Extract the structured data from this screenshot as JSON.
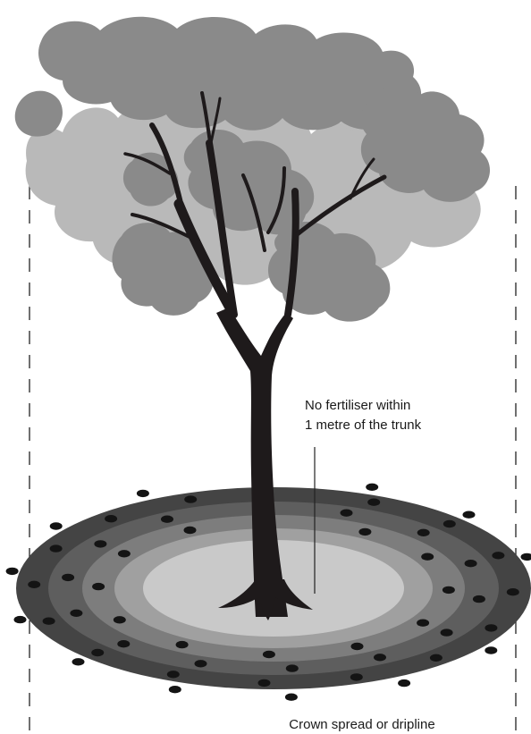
{
  "annotation": {
    "line1": "No fertiliser within",
    "line2": "1 metre of the trunk"
  },
  "caption": "Crown spread or dripline",
  "colors": {
    "canopy_light": "#b9b9b9",
    "canopy_dark": "#8a8a8a",
    "trunk": "#1e1a1b",
    "ring_outer": "#444444",
    "ring_2": "#5e5e5e",
    "ring_3": "#7d7d7d",
    "ring_4": "#a0a0a0",
    "ring_inner": "#c9c9c9",
    "fertiliser_dot": "#141414"
  }
}
